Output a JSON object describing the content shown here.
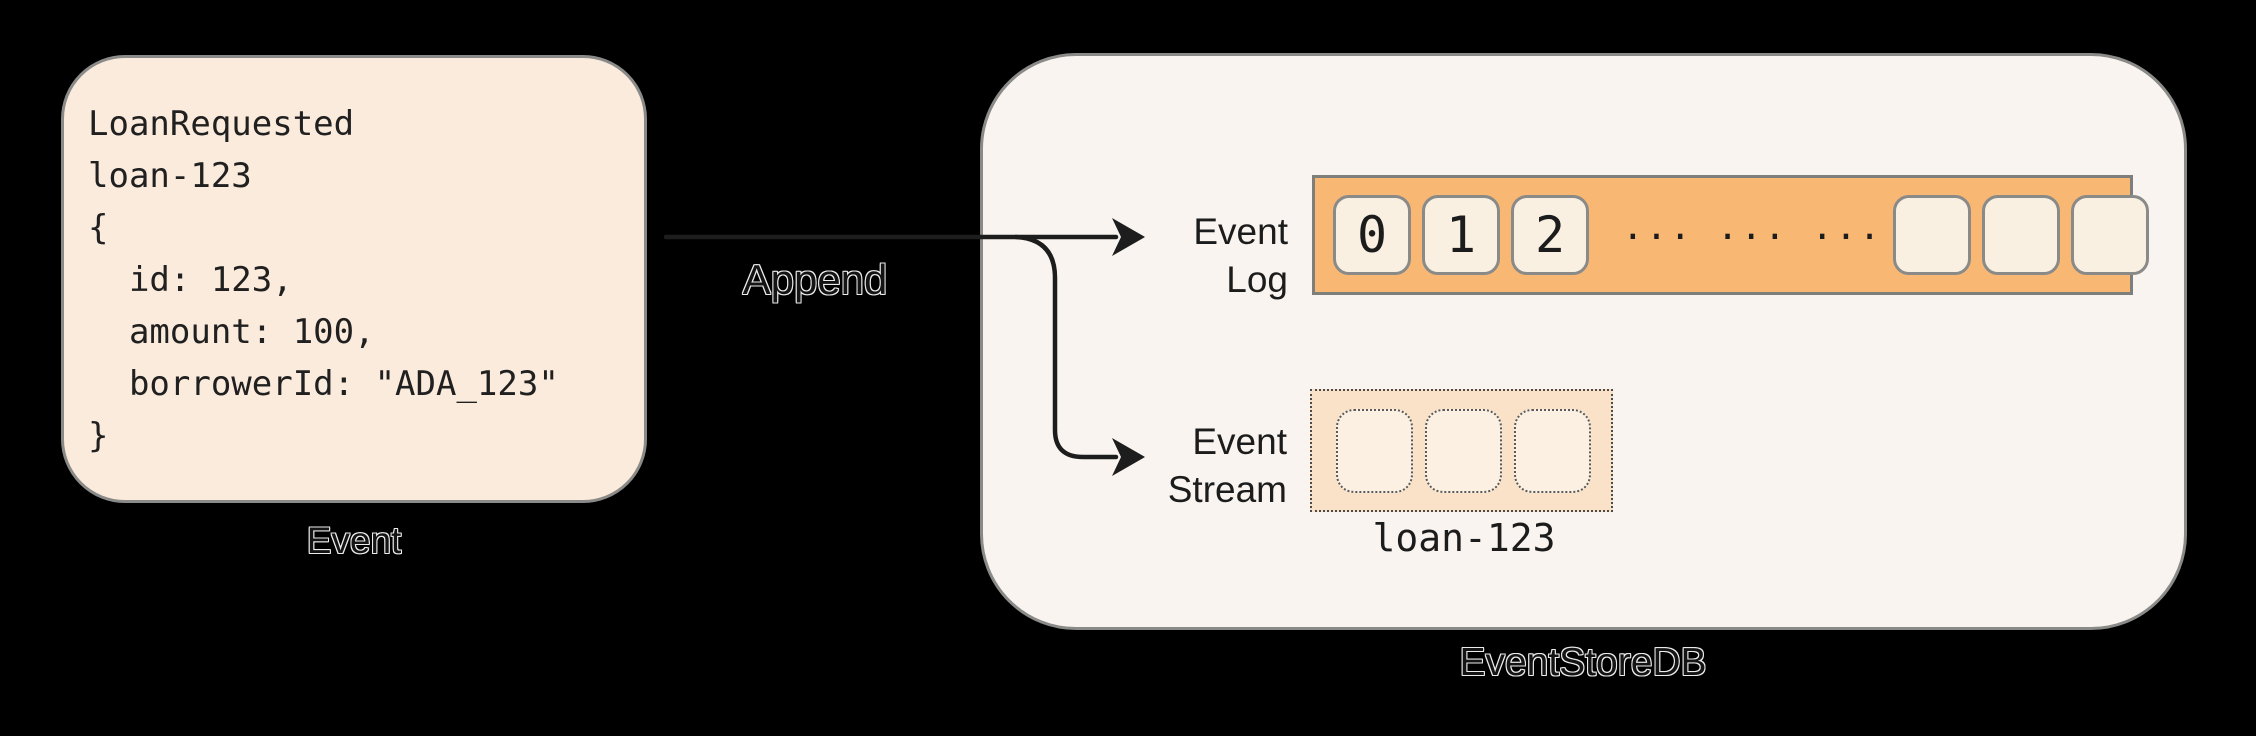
{
  "diagram": {
    "event_card": {
      "code": "LoanRequested\nloan-123\n{\n  id: 123,\n  amount: 100,\n  borrowerId: \"ADA_123\"\n}",
      "caption": "Event"
    },
    "append_label": "Append",
    "event_store": {
      "caption": "EventStoreDB",
      "event_log": {
        "label_lines": [
          "Event",
          "Log"
        ],
        "numbered_cells": [
          "0",
          "1",
          "2"
        ],
        "ellipsis": "... ... ...",
        "empty_cell_count": 3
      },
      "event_stream": {
        "label_lines": [
          "Event",
          "Stream"
        ],
        "stream_name": "loan-123",
        "empty_cell_count": 3
      }
    },
    "colors": {
      "background": "#000000",
      "card_fill": "#FBEBDC",
      "store_fill": "#F9F4EF",
      "log_bar_fill": "#F8B874",
      "log_cell_fill": "#FAF0E2",
      "stream_box_fill": "#FAE2C8",
      "stream_cell_fill": "#FBF0E1",
      "border_gray": "#8A8A88",
      "ink": "#1D1D1D"
    }
  }
}
